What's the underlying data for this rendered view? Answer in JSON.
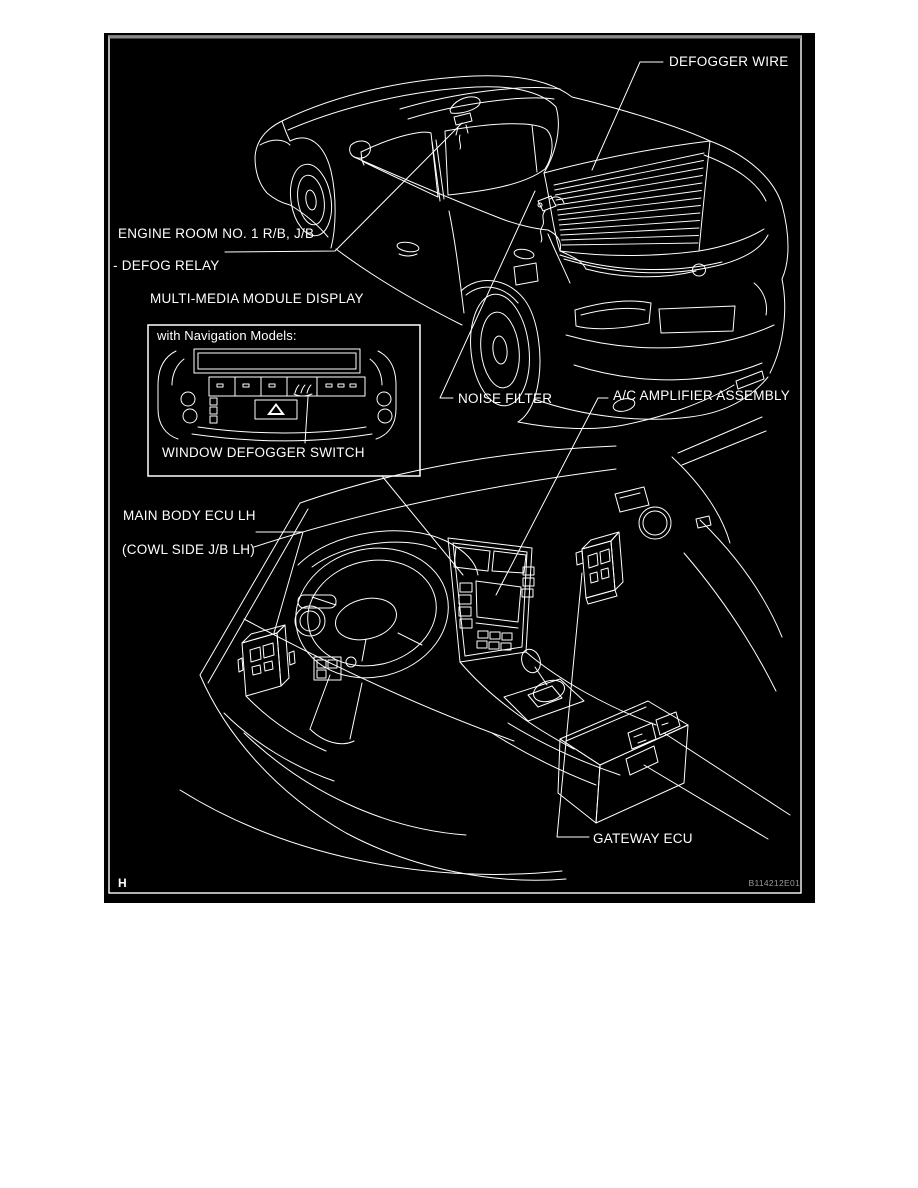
{
  "figure": {
    "page_marker": "H",
    "code": "B114212E01"
  },
  "labels": {
    "defogger_wire": "DEFOGGER WIRE",
    "engine_room_jb": "ENGINE ROOM NO. 1 R/B, J/B",
    "defog_relay": "- DEFOG RELAY",
    "multimedia_display": "MULTI-MEDIA MODULE DISPLAY",
    "inset_heading": "with Navigation Models:",
    "window_defogger_switch": "WINDOW DEFOGGER SWITCH",
    "noise_filter": "NOISE FILTER",
    "ac_amplifier": "A/C AMPLIFIER ASSEMBLY",
    "main_body_ecu": "MAIN BODY ECU LH",
    "cowl_side_jb": "(COWL SIDE J/B LH)",
    "gateway_ecu": "GATEWAY ECU"
  },
  "icons": {
    "defogger_switch_icon": "rear-defroster-wavy-arrows",
    "hazard_icon": "warning-triangle"
  },
  "colors": {
    "page_background": "#ffffff",
    "diagram_background": "#000000",
    "line": "#ffffff",
    "border_top": "#8a8a8a",
    "code_text": "#9a9a9a"
  }
}
